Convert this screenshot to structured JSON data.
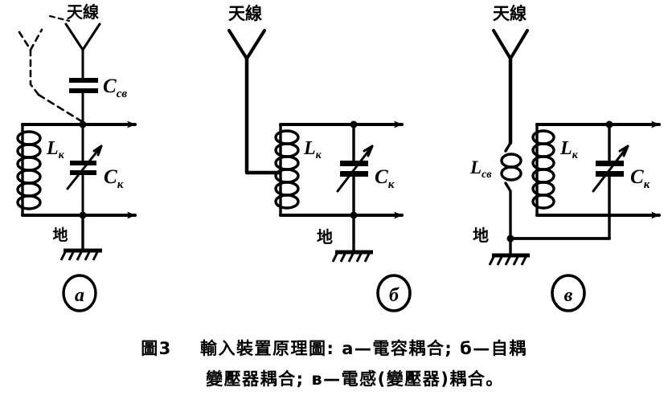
{
  "figure": {
    "title_prefix": "圖3",
    "caption_line_1": "圖3    輸入裝置原理圖: a—電容耦合; б—自耦",
    "caption_line_2": "變壓器耦合; в—電感(變壓器)耦合。",
    "caption_full": "圖3 輸入裝置原理圖: a—電容耦合; б—自耦變壓器耦合; в—電感(變壓器)耦合。",
    "ink_color": "#000000",
    "background_color": "#ffffff"
  },
  "circuits": [
    {
      "id": "a",
      "panel_label": "a",
      "panel_label_desc": "circled-letter-a",
      "coupling_type": "電容耦合",
      "antenna_label": "天線",
      "ground_label": "地",
      "components": [
        {
          "name": "coupling-capacitor",
          "label": "C",
          "sub": "св",
          "kind": "capacitor-fixed"
        },
        {
          "name": "tank-coil",
          "label": "L",
          "sub": "к",
          "kind": "inductor"
        },
        {
          "name": "tuning-capacitor",
          "label": "C",
          "sub": "к",
          "kind": "capacitor-variable"
        }
      ],
      "has_dashed_alt_antenna": true,
      "output_terminals": 2
    },
    {
      "id": "b",
      "panel_label": "б",
      "panel_label_desc": "circled-letter-be",
      "coupling_type": "自耦變壓器耦合",
      "antenna_label": "天線",
      "ground_label": "地",
      "components": [
        {
          "name": "tank-coil",
          "label": "L",
          "sub": "к",
          "kind": "inductor-tapped"
        },
        {
          "name": "tuning-capacitor",
          "label": "C",
          "sub": "к",
          "kind": "capacitor-variable"
        }
      ],
      "has_dashed_alt_antenna": false,
      "output_terminals": 2
    },
    {
      "id": "v",
      "panel_label": "в",
      "panel_label_desc": "circled-letter-ve",
      "coupling_type": "電感(變壓器)耦合",
      "antenna_label": "天線",
      "ground_label": "地",
      "components": [
        {
          "name": "coupling-coil",
          "label": "L",
          "sub": "св",
          "kind": "inductor"
        },
        {
          "name": "tank-coil",
          "label": "L",
          "sub": "к",
          "kind": "inductor"
        },
        {
          "name": "tuning-capacitor",
          "label": "C",
          "sub": "к",
          "kind": "capacitor-variable"
        }
      ],
      "has_dashed_alt_antenna": false,
      "output_terminals": 2
    }
  ],
  "labels": {
    "antenna_a": "天線",
    "antenna_b": "天線",
    "antenna_v": "天線",
    "ground_a": "地",
    "ground_b": "地",
    "ground_v": "地",
    "cap_a_main": "C",
    "cap_a_main_sub": "св",
    "coil_a": "L",
    "coil_a_sub": "к",
    "cap_a_var": "C",
    "cap_a_var_sub": "к",
    "coil_b": "L",
    "coil_b_sub": "к",
    "cap_b_var": "C",
    "cap_b_var_sub": "к",
    "coil_v_coupling": "L",
    "coil_v_coupling_sub": "св",
    "coil_v_tank": "L",
    "coil_v_tank_sub": "к",
    "cap_v_var": "C",
    "cap_v_var_sub": "к",
    "panel_a": "a",
    "panel_b": "б",
    "panel_v": "в"
  }
}
